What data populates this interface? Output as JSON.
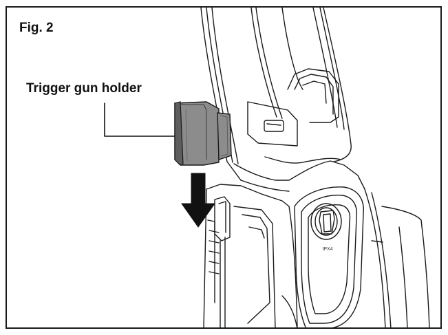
{
  "figure": {
    "label": "Fig. 2"
  },
  "callout": {
    "label": "Trigger gun holder"
  },
  "device": {
    "badge_text": "IPX4"
  },
  "colors": {
    "line": "#1a1a1a",
    "holder_fill": "#8c8c8c",
    "holder_dark": "#5e5e5e",
    "arrow": "#111111",
    "background": "#ffffff"
  },
  "icons": {
    "direction_arrow": "arrow-down-icon"
  }
}
